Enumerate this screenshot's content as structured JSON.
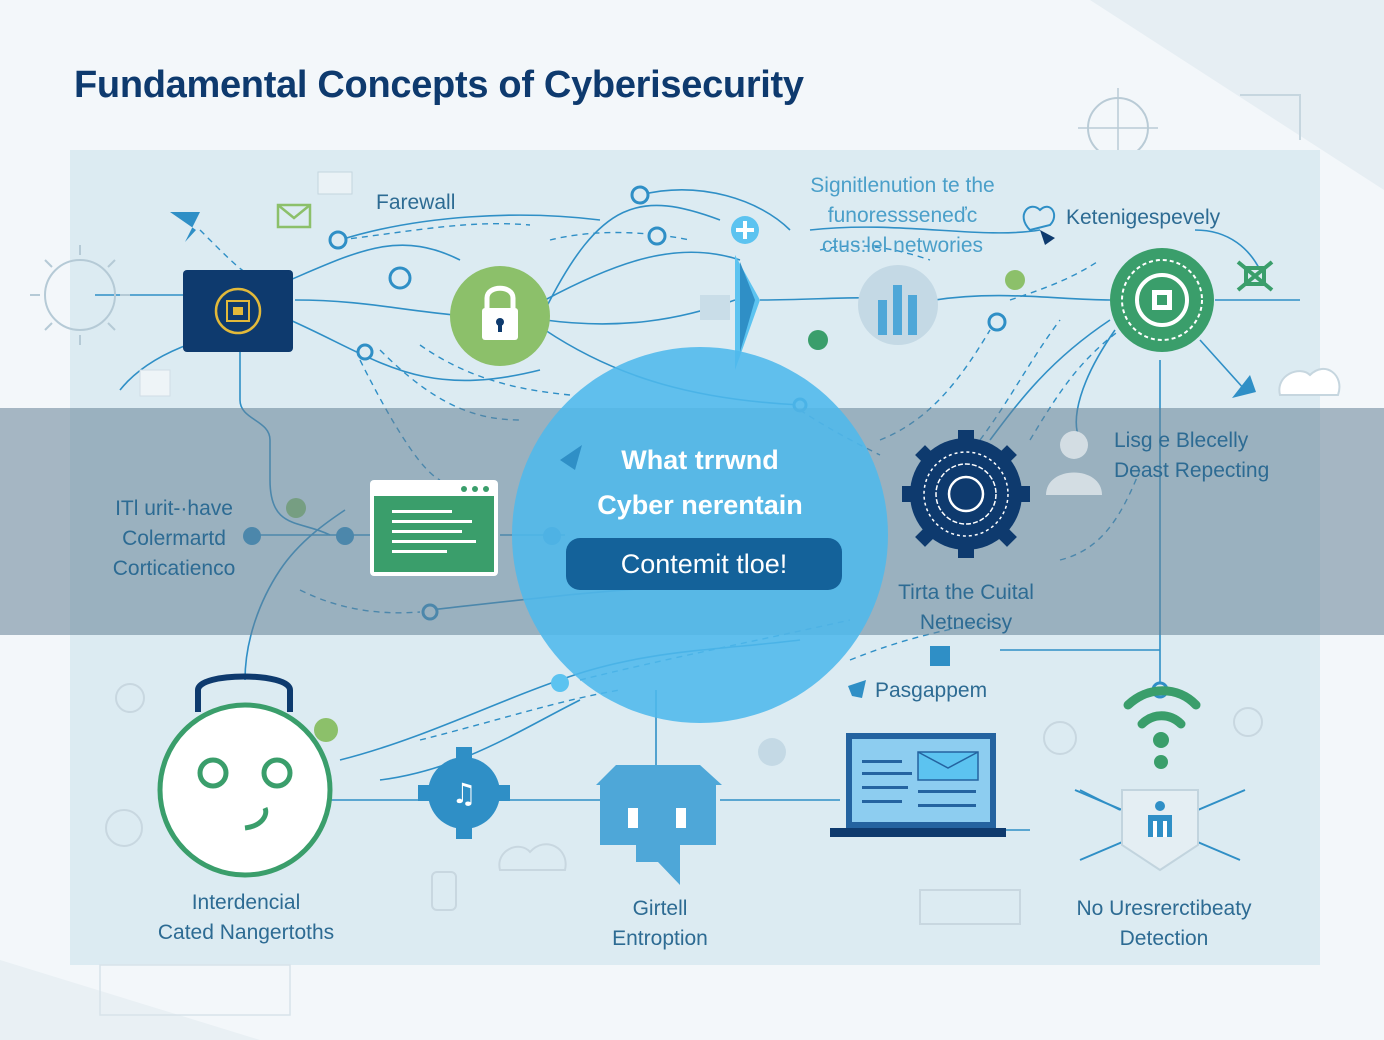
{
  "title": "Fundamental Concepts of Cyberisecurity",
  "labels": {
    "firewall": "Farewall",
    "top_center": [
      "Signitlenution te the",
      "funoressseneďc",
      "ctus:lel networies"
    ],
    "top_right": "Ketenigespevely",
    "left": [
      "ITl urit-·have",
      "Colermartd",
      "Corticatienco"
    ],
    "right_mid": [
      "Lisg e Blecelly",
      "Deast Repecting"
    ],
    "right_lower": [
      "Tirta the Cuital",
      "Netnecisy"
    ],
    "passgap": "Pasgappem",
    "bottom_left": [
      "Interdencial",
      "Cated Nangertoths"
    ],
    "bottom_center": [
      "Girtell",
      "Entroption"
    ],
    "bottom_right": [
      "No Uresrerctibeaty",
      "Detection"
    ]
  },
  "hub": {
    "line1": "What trrwnd",
    "line2": "Cyber nerentain",
    "button": "Contemit tloe!"
  },
  "colors": {
    "navy": "#0e3a6e",
    "blue": "#2f8fc6",
    "light_blue": "#5cc3f0",
    "green": "#3a9e6b",
    "light_green": "#8cc06a",
    "button": "#14629a"
  },
  "icons": [
    "shield-chip-icon",
    "padlock-icon",
    "browser-window-icon",
    "bar-chart-icon",
    "network-node-icon",
    "encrypted-gear-icon",
    "robot-face-icon",
    "code-gear-icon",
    "building-icon",
    "laptop-icon",
    "wifi-icon",
    "shield-people-icon",
    "user-icon",
    "cloud-icon",
    "mail-icon",
    "sun-icon",
    "network-target-icon"
  ]
}
